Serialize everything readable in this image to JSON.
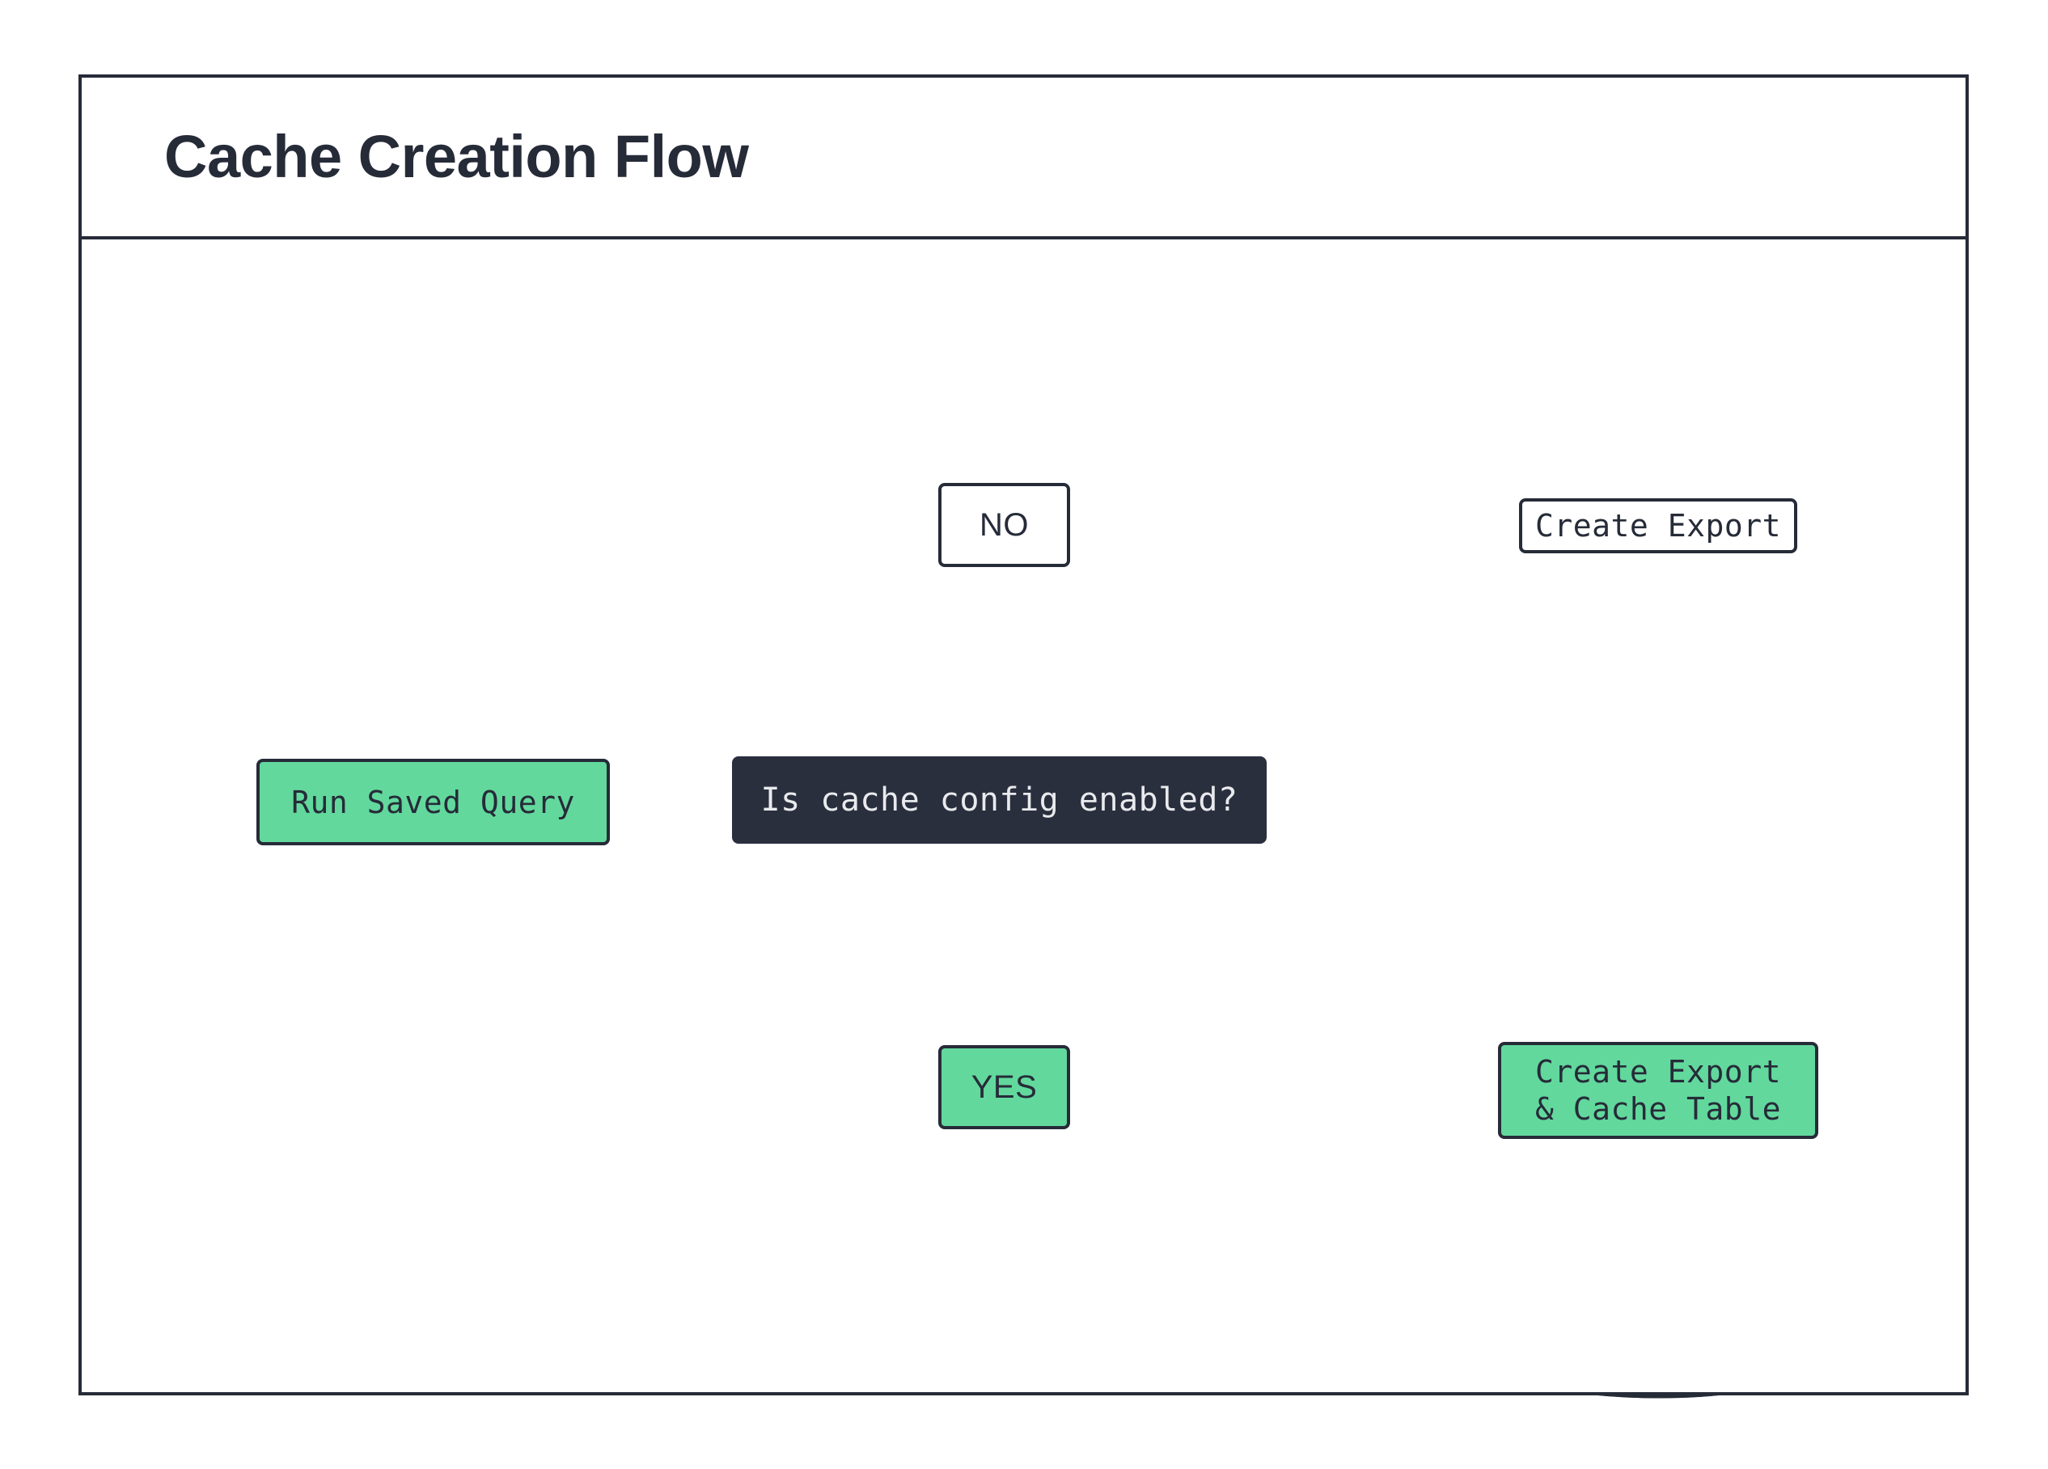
{
  "diagram": {
    "title": "Cache Creation Flow",
    "colors": {
      "stroke": "#262b38",
      "accent_green": "#62d89d",
      "decision_fill": "#2a2f3e",
      "decision_text": "#e8eaed",
      "background": "#ffffff"
    },
    "nodes": [
      {
        "id": "run-saved-query",
        "label": "Run Saved Query",
        "shape": "rounded-rect",
        "fill": "green"
      },
      {
        "id": "decision",
        "label": "Is cache config enabled?",
        "shape": "rounded-rect",
        "fill": "dark"
      },
      {
        "id": "branch-no",
        "label": "NO",
        "shape": "rounded-rect",
        "fill": "white"
      },
      {
        "id": "branch-yes",
        "label": "YES",
        "shape": "rounded-rect",
        "fill": "green"
      },
      {
        "id": "db-top",
        "label": "Create Export",
        "shape": "database-cylinder",
        "fill": "white"
      },
      {
        "id": "db-bottom",
        "label": "Create Export\n& Cache Table",
        "label_line1": "Create Export",
        "label_line2": "& Cache Table",
        "shape": "database-cylinder",
        "fill": "green"
      }
    ],
    "edges": [
      {
        "from": "run-saved-query",
        "to": "decision"
      },
      {
        "from": "decision",
        "to": "branch-no"
      },
      {
        "from": "decision",
        "to": "branch-yes"
      },
      {
        "from": "branch-no",
        "to": "db-top"
      },
      {
        "from": "branch-yes",
        "to": "db-bottom"
      }
    ]
  }
}
